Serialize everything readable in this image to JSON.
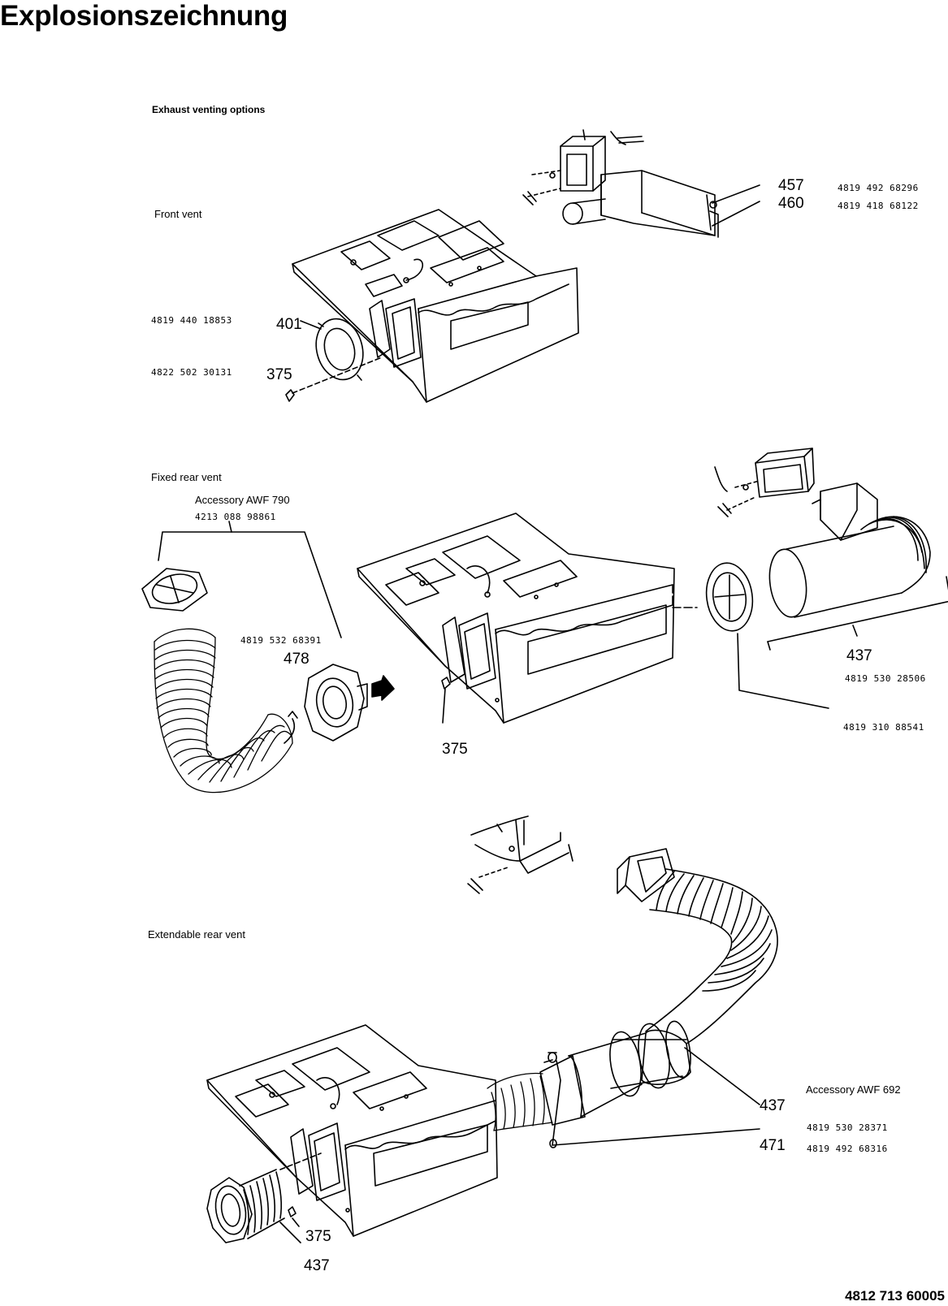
{
  "title": "Explosionszeichnung",
  "document_number": "4812 713 60005",
  "heading": "Exhaust venting options",
  "sections": {
    "front": {
      "label": "Front vent",
      "parts": [
        {
          "ref": "457",
          "part_number": "4819 492 68296"
        },
        {
          "ref": "460",
          "part_number": "4819 418 68122"
        },
        {
          "ref": "401",
          "part_number": "4819 440 18853"
        },
        {
          "ref": "375",
          "part_number": "4822 502 30131"
        }
      ]
    },
    "fixed_rear": {
      "label": "Fixed rear vent",
      "accessory": "Accessory AWF 790",
      "accessory_number": "4213 088 98861",
      "parts": [
        {
          "ref": "478",
          "part_number": "4819 532 68391"
        },
        {
          "ref": "375",
          "part_number": ""
        },
        {
          "ref": "437",
          "part_number": "4819 530 28506"
        },
        {
          "ref": "",
          "part_number": "4819 310 88541"
        }
      ]
    },
    "extendable_rear": {
      "label": "Extendable rear vent",
      "accessory": "Accessory AWF 692",
      "parts": [
        {
          "ref": "437",
          "part_number": "4819 530 28371"
        },
        {
          "ref": "471",
          "part_number": "4819 492 68316"
        },
        {
          "ref": "375",
          "part_number": ""
        },
        {
          "ref": "437",
          "part_number": ""
        }
      ]
    }
  }
}
